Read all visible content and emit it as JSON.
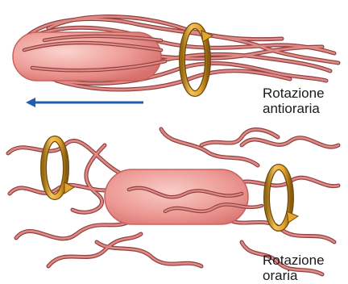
{
  "labels": {
    "top": {
      "line1": "Rotazione",
      "line2": "antioraria"
    },
    "bottom": {
      "line1": "Rotazione",
      "line2": "oraria"
    }
  },
  "colors": {
    "cell_body": "#e98a8a",
    "cell_highlight": "#f7c6c2",
    "flagellum": "#d9706f",
    "flagellum_outline": "#8e3f3f",
    "rotation_ring": "#e0a93a",
    "arrow": "#1f5fae"
  }
}
